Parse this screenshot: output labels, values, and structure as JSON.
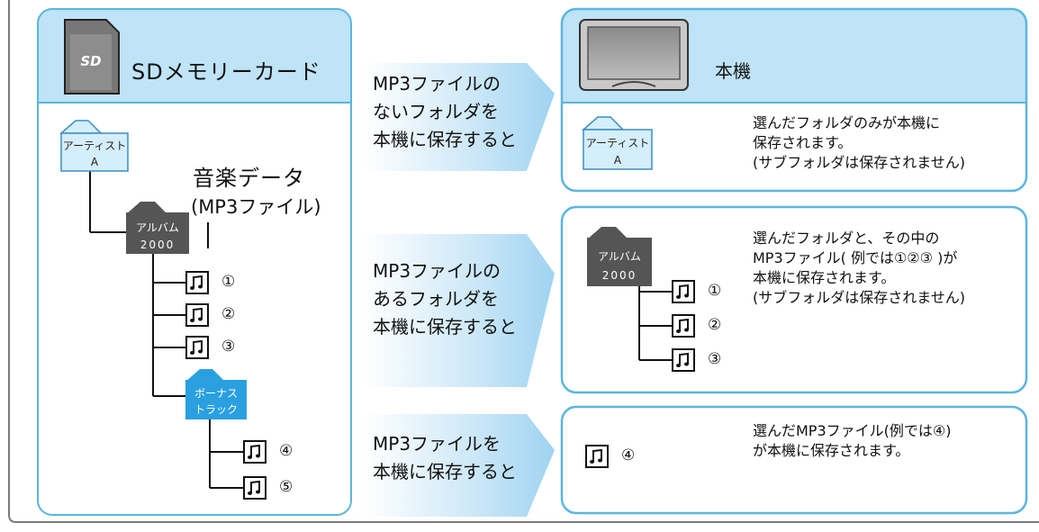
{
  "sd_card": {
    "title": "SDメモリーカード",
    "logo": "SD"
  },
  "device": {
    "title": "本機"
  },
  "music_data_label": {
    "line1": "音楽データ",
    "line2": "(MP3ファイル)"
  },
  "folders": {
    "artist": {
      "line1": "アーティスト",
      "line2": "A"
    },
    "album": {
      "line1": "アルバム",
      "line2": "2000"
    },
    "bonus": {
      "line1": "ボーナス",
      "line2": "トラック"
    }
  },
  "track_numbers": {
    "n1": "①",
    "n2": "②",
    "n3": "③",
    "n4": "④",
    "n5": "⑤"
  },
  "arrows": [
    {
      "lines": [
        "MP3ファイルの",
        "ないフォルダを",
        "本機に保存すると"
      ]
    },
    {
      "lines": [
        "MP3ファイルの",
        "あるフォルダを",
        "本機に保存すると"
      ]
    },
    {
      "lines": [
        "MP3ファイルを",
        "本機に保存すると"
      ]
    }
  ],
  "results": [
    {
      "lines": [
        "選んだフォルダのみが本機に",
        "保存されます。",
        "(サブフォルダは保存されません)"
      ]
    },
    {
      "lines": [
        "選んだフォルダと、その中の",
        "MP3ファイル( 例では①②③ )が",
        "本機に保存されます。",
        "(サブフォルダは保存されません)"
      ]
    },
    {
      "lines": [
        "選んだMP3ファイル(例では④)",
        "が本機に保存されます。"
      ]
    }
  ],
  "colors": {
    "panel_border": "#5bb5e0",
    "header_fill": "#bfe3f7",
    "album_folder": "#555555",
    "bonus_folder": "#2aa0e0",
    "artist_folder": "#d5eefb"
  }
}
